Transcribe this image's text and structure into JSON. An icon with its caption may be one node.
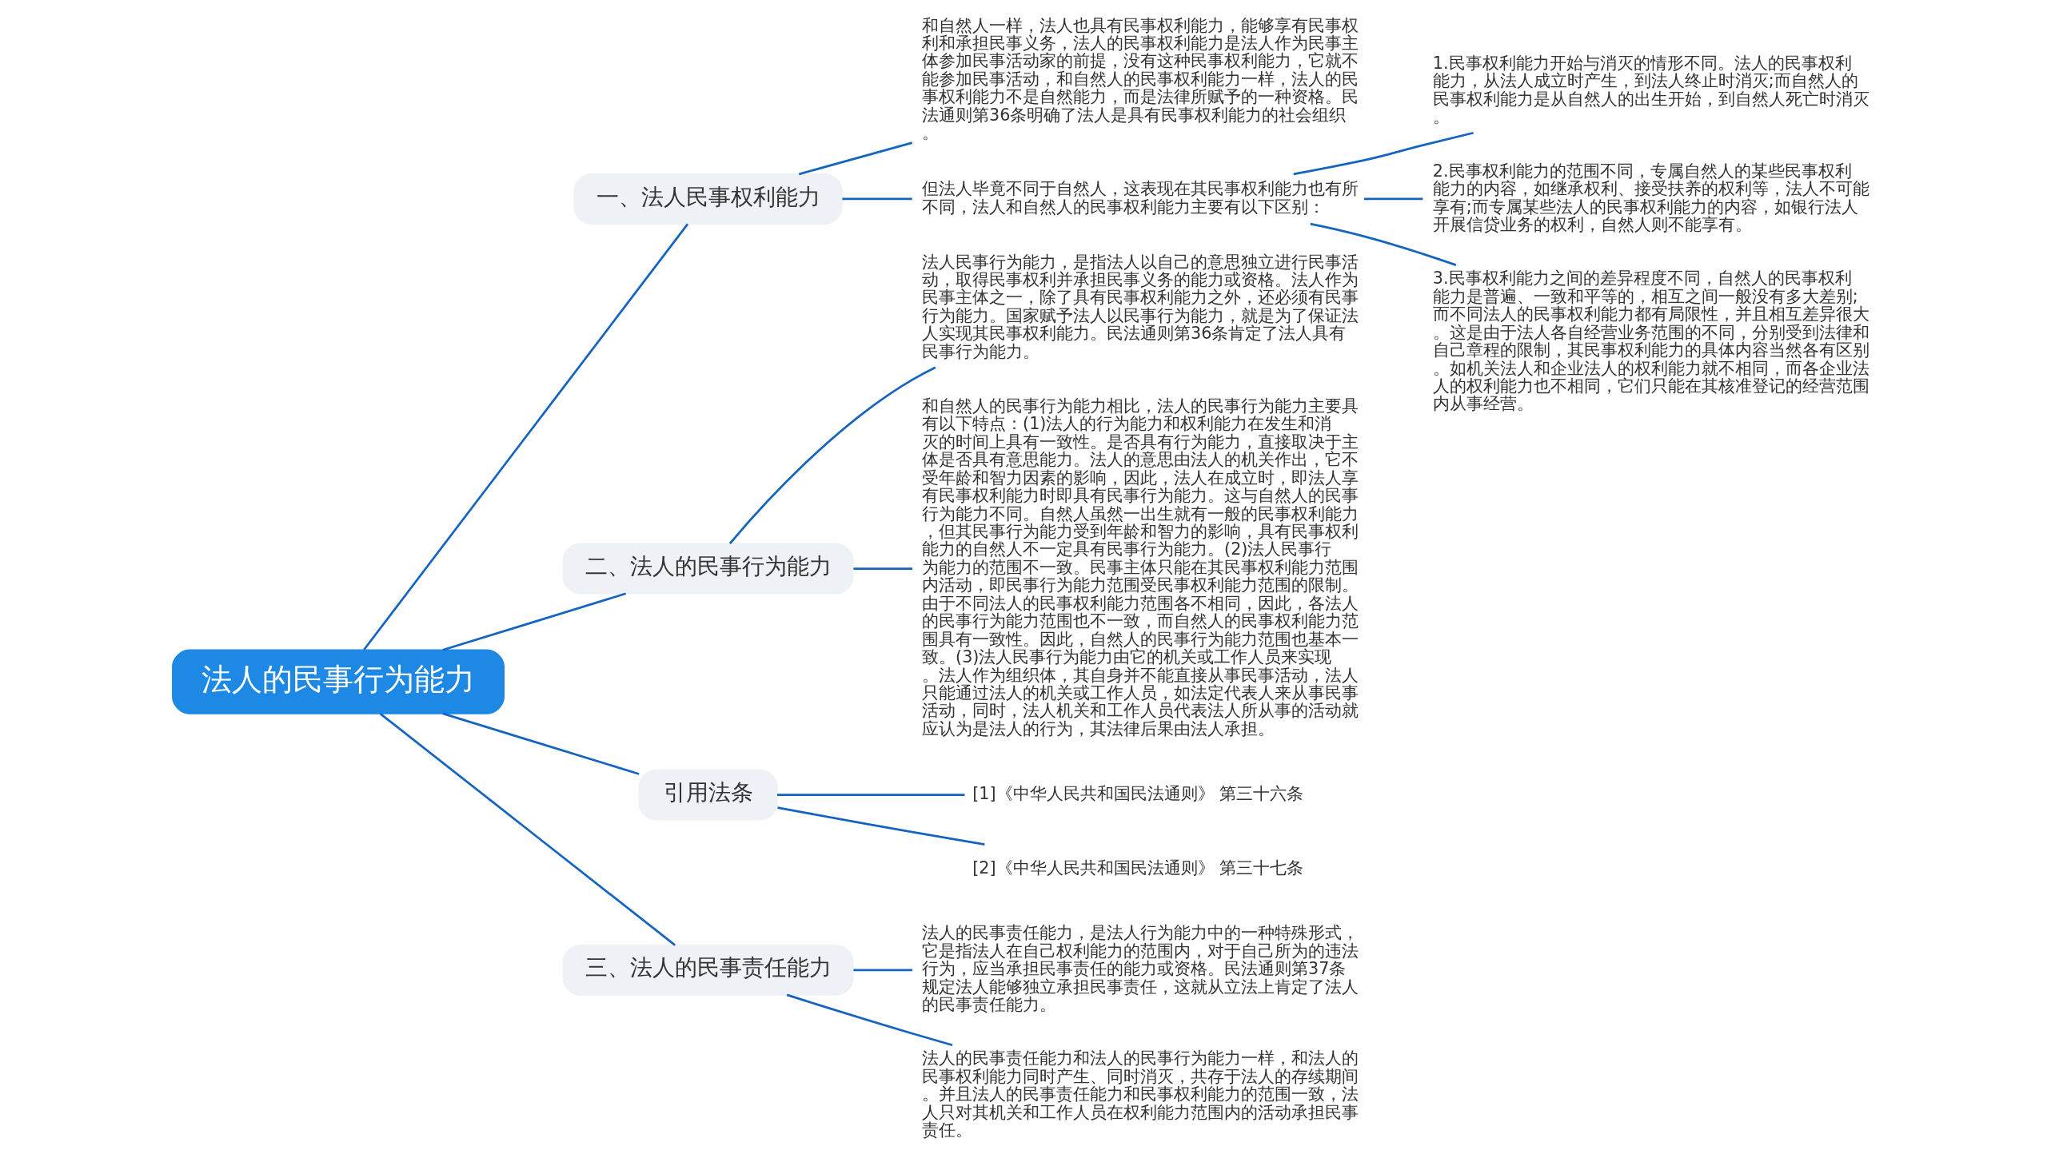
{
  "diagram": {
    "nodes": [
      {
        "text": [
          "法人的民事行为能力"
        ]
      },
      {
        "text": [
          "一、法人民事权利能力"
        ]
      },
      {
        "text": [
          "和自然人一样，法人也具有民事权利能力，能够享有民事权利和承担民事义务，法人的民事权利能力是法人作为民事主体参加民事活动家的前提，没有这种民事权利能力，它就不能参加民事活动，和自然人的民事权利能力一样，法人的民事权利能力不是自然能力，而是法律所赋予的一种资格。民法通则第36条明确了法人是具有民事权利能力的社会组织。"
        ]
      },
      {
        "text": [
          "但法人毕竟不同于自然人，这表现在其民事权利能力也有所不同，法人和自然人的民事权利能力主要有以下区别："
        ]
      },
      {
        "text": [
          "1.民事权利能力开始与消灭的情形不同。法人的民事权利能力，从法人成立时产生，到法人终止时消灭;而自然人的民事权利能力是从自然人的出生开始，到自然人死亡时消灭。"
        ]
      },
      {
        "text": [
          "2.民事权利能力的范围不同，专属自然人的某些民事权利能力的内容，如继承权利、接受扶养的权利等，法人不可能享有;而专属某些法人的民事权利能力的内容，如银行法人开展信贷业务的权利，自然人则不能享有。"
        ]
      },
      {
        "text": [
          "3.民事权利能力之间的差异程度不同，自然人的民事权利能力是普遍、一致和平等的，相互之间一般没有多大差别;而不同法人的民事权利能力都有局限性，并且相互差异很大。这是由于法人各自经营业务范围的不同，分别受到法律和自己章程的限制，其民事权利能力的具体内容当然各有区别。如机关法人和企业法人的权利能力就不相同，而各企业法人的权利能力也不相同，它们只能在其核准登记的经营范围内从事经营。"
        ]
      },
      {
        "text": [
          "二、法人的民事行为能力"
        ]
      },
      {
        "text": [
          "法人民事行为能力，是指法人以自己的意思独立进行民事活动，取得民事权利并承担民事义务的能力或资格。法人作为民事主体之一，除了具有民事权利能力之外，还必须有民事行为能力。国家赋予法人以民事行为能力，就是为了保证法人实现其民事权利能力。民法通则第36条肯定了法人具有民事行为能力。"
        ]
      },
      {
        "text": [
          "和自然人的民事行为能力相比，法人的民事行为能力主要具有以下特点：(1)法人的行为能力和权利能力在发生和消灭的时间上具有一致性。是否具有行为能力，直接取决于主体是否具有意思能力。法人的意思由法人的机关作出，它不受年龄和智力因素的影响，因此，法人在成立时，即法人享有民事权利能力时即具有民事行为能力。这与自然人的民事行为能力不同。自然人虽然一出生就有一般的民事权利能力，但其民事行为能力受到年龄和智力的影响，具有民事权利能力的自然人不一定具有民事行为能力。(2)法人民事行为能力的范围不一致。民事主体只能在其民事权利能力范围内活动，即民事行为能力范围受民事权利能力范围的限制。由于不同法人的民事权利能力范围各不相同，因此，各法人的民事行为能力范围也不一致，而自然人的民事权利能力范围具有一致性。因此，自然人的民事行为能力范围也基本一致。(3)法人民事行为能力由它的机关或工作人员来实现。法人作为组织体，其自身并不能直接从事民事活动，法人只能通过法人的机关或工作人员，如法定代表人来从事民事活动，同时，法人机关和工作人员代表法人所从事的活动就应认为是法人的行为，其法律后果由法人承担。"
        ]
      },
      {
        "text": [
          "引用法条"
        ]
      },
      {
        "text": [
          "[1]《中华人民共和国民法通则》 第三十六条"
        ]
      },
      {
        "text": [
          "[2]《中华人民共和国民法通则》 第三十七条"
        ]
      },
      {
        "text": [
          "三、法人的民事责任能力"
        ]
      },
      {
        "text": [
          "法人的民事责任能力，是法人行为能力中的一种特殊形式，它是指法人在自己权利能力的范围内，对于自己所为的违法行为，应当承担民事责任的能力或资格。民法通则第37条规定法人能够独立承担民事责任，这就从立法上肯定了法人的民事责任能力。"
        ]
      },
      {
        "text": [
          "法人的民事责任能力和法人的民事行为能力一样，和法人的民事权利能力同时产生、同时消灭，共存于法人的存续期间。并且法人的民事责任能力和民事权利能力的范围一致，法人只对其机关和工作人员在权利能力范围内的活动承担民事责任。"
        ]
      }
    ],
    "edges": [
      {
        "from": 0,
        "to": 1,
        "arrow": "none"
      },
      {
        "from": 1,
        "to": 2,
        "arrow": "none"
      },
      {
        "from": 1,
        "to": 3,
        "arrow": "none"
      },
      {
        "from": 3,
        "to": 4,
        "arrow": "none"
      },
      {
        "from": 3,
        "to": 5,
        "arrow": "none"
      },
      {
        "from": 3,
        "to": 6,
        "arrow": "none"
      },
      {
        "from": 0,
        "to": 7,
        "arrow": "none"
      },
      {
        "from": 7,
        "to": 8,
        "arrow": "none"
      },
      {
        "from": 7,
        "to": 9,
        "arrow": "none"
      },
      {
        "from": 0,
        "to": 10,
        "arrow": "none"
      },
      {
        "from": 10,
        "to": 11,
        "arrow": "none"
      },
      {
        "from": 10,
        "to": 12,
        "arrow": "none"
      },
      {
        "from": 0,
        "to": 13,
        "arrow": "none"
      },
      {
        "from": 13,
        "to": 14,
        "arrow": "none"
      },
      {
        "from": 13,
        "to": 15,
        "arrow": "none"
      }
    ]
  }
}
